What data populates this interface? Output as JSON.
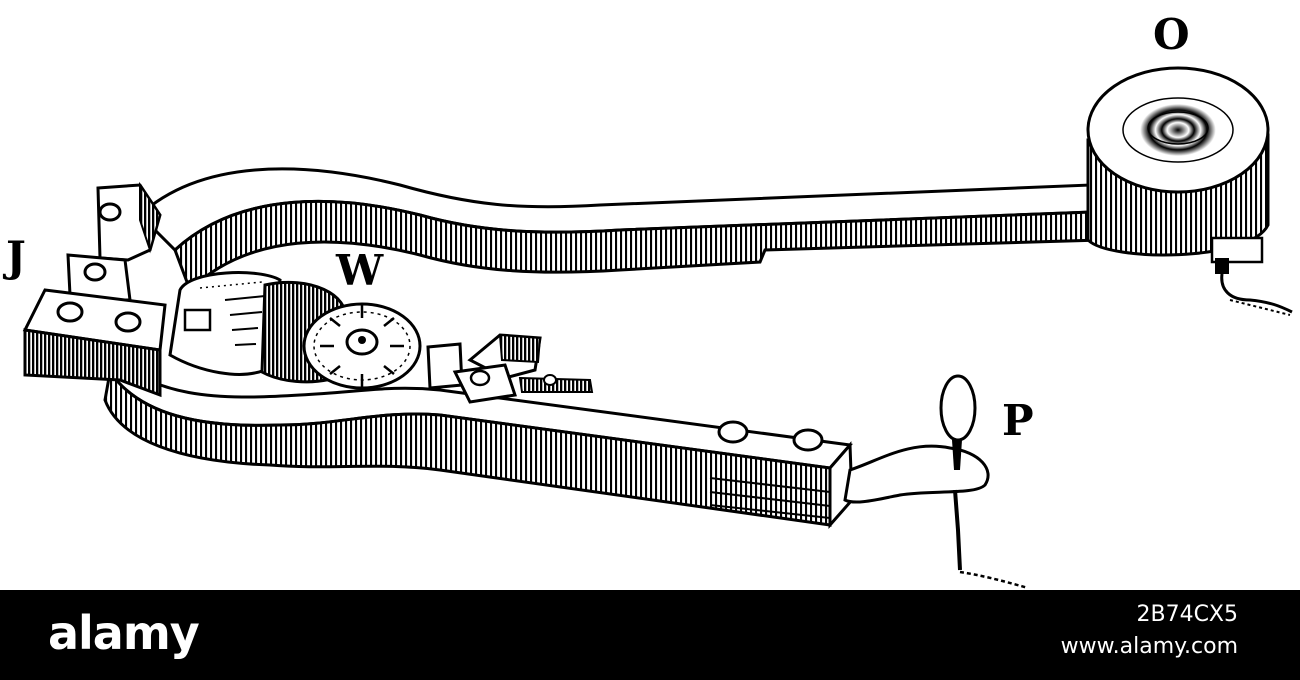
{
  "figure": {
    "labels": {
      "o": "O",
      "j": "J",
      "w": "W",
      "p": "P"
    }
  },
  "watermark": {
    "brand": "alamy",
    "image_id": "2B74CX5",
    "url": "www.alamy.com"
  },
  "colors": {
    "ink": "#000000",
    "paper": "#ffffff",
    "footer": "#000000"
  }
}
